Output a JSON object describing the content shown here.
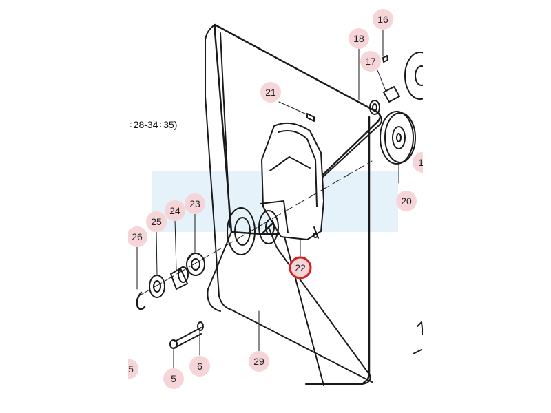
{
  "reference_note": "÷28-34÷35)",
  "colors": {
    "line": "#1a1a1a",
    "callout_fill": "#f6d5d8",
    "highlight_ring": "#d61f1f",
    "watermark": "#ddeef7"
  },
  "callouts": [
    {
      "label": "16",
      "highlighted": false
    },
    {
      "label": "18",
      "highlighted": false
    },
    {
      "label": "17",
      "highlighted": false
    },
    {
      "label": "21",
      "highlighted": false
    },
    {
      "label": "20",
      "highlighted": false
    },
    {
      "label": "23",
      "highlighted": false
    },
    {
      "label": "24",
      "highlighted": false
    },
    {
      "label": "25",
      "highlighted": false
    },
    {
      "label": "26",
      "highlighted": false
    },
    {
      "label": "22",
      "highlighted": true
    },
    {
      "label": "29",
      "highlighted": false
    },
    {
      "label": "6",
      "highlighted": false
    },
    {
      "label": "5",
      "highlighted": false
    },
    {
      "label": "5",
      "highlighted": false
    },
    {
      "label": "1",
      "highlighted": false
    }
  ]
}
